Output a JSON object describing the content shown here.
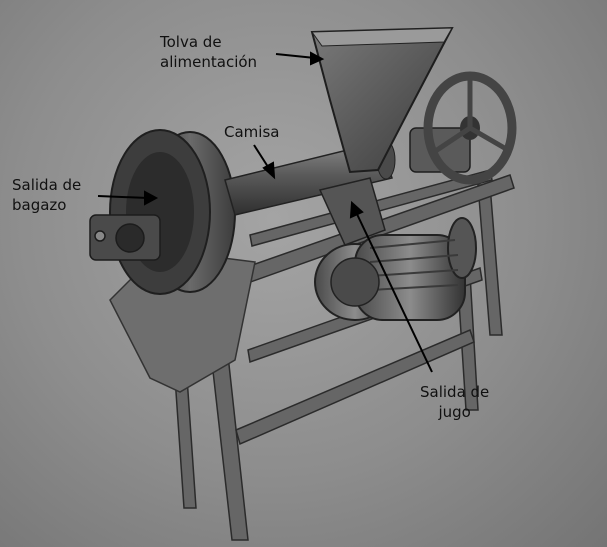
{
  "labels": {
    "tolva": [
      "Tolva de",
      "alimentación"
    ],
    "camisa": [
      "Camisa"
    ],
    "bagazo": [
      "Salida de",
      "bagazo"
    ],
    "jugo": [
      "Salida de",
      "jugo"
    ]
  },
  "colors": {
    "background": "#8d8d8d",
    "metal_dark": "#3a3a3a",
    "metal_mid": "#5e5e5e",
    "metal_light": "#9b9b9b",
    "arrow": "#000000"
  }
}
